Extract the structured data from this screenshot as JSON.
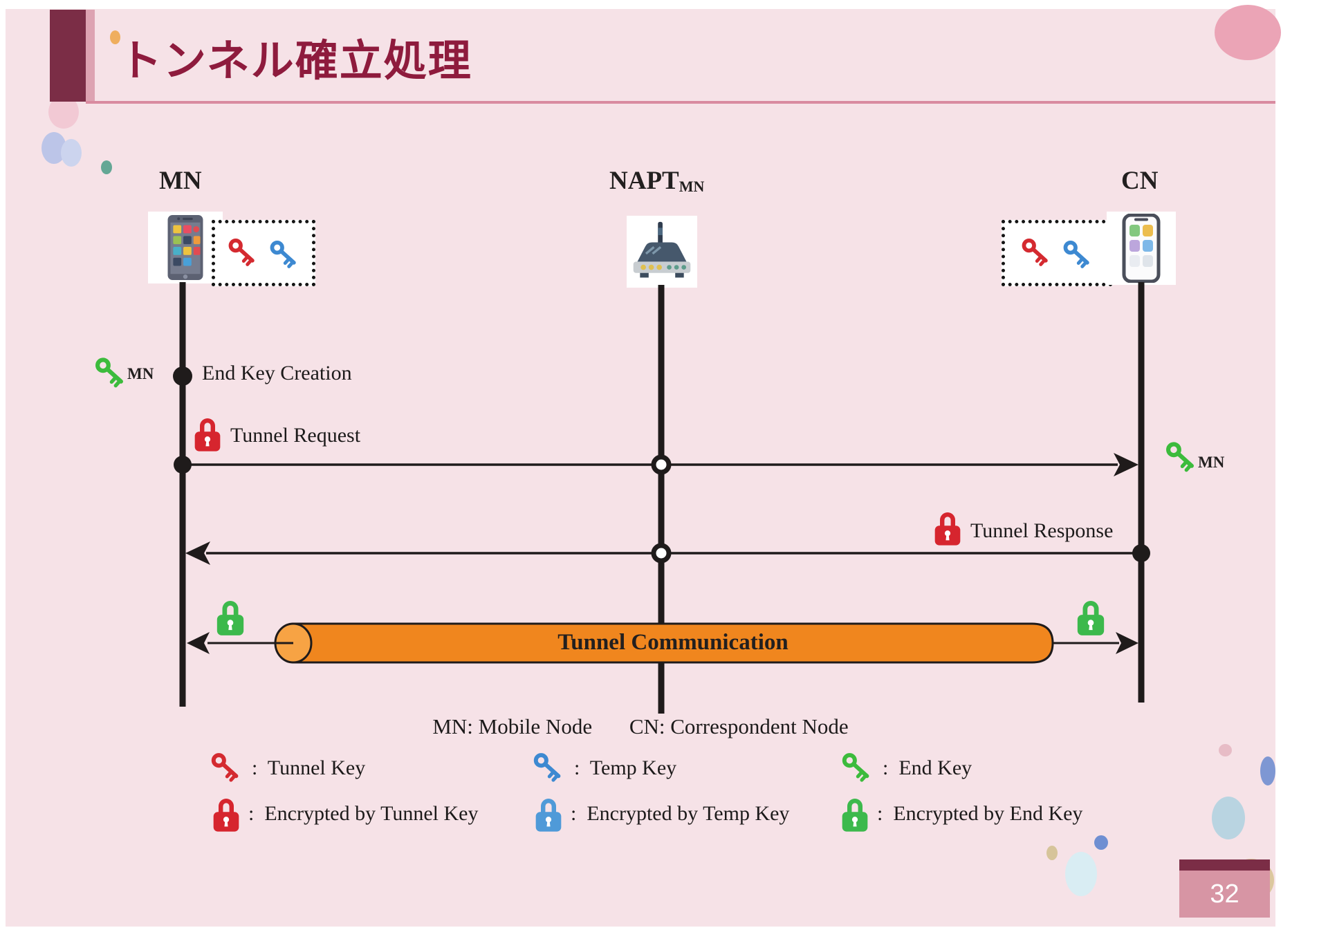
{
  "title": "トンネル確立処理",
  "page_number": "32",
  "colors": {
    "tunnel_key": "#d42a30",
    "temp_key": "#3d89d1",
    "end_key": "#3cbb3c",
    "tunnel_lock": "#d6252e",
    "temp_lock": "#4f9ad8",
    "end_lock": "#3cb94c",
    "tunnel_fill": "#f0861e",
    "tunnel_cap": "#f7a344"
  },
  "nodes": {
    "mn": {
      "label": "MN"
    },
    "napt": {
      "base": "NAPT",
      "sub": "MN"
    },
    "cn": {
      "label": "CN"
    }
  },
  "events": {
    "end_key_creation": {
      "label": "End Key Creation",
      "key_sub": "MN"
    },
    "tunnel_request": {
      "label": "Tunnel Request"
    },
    "tunnel_response": {
      "label": "Tunnel Response"
    },
    "cn_end_key_sub": "MN",
    "tunnel_communication": {
      "label": "Tunnel Communication"
    }
  },
  "legend": {
    "abbr_mn": "MN: Mobile Node",
    "abbr_cn": "CN: Correspondent Node",
    "keys": [
      {
        "name": "tunnel-key",
        "label": ":  Tunnel Key"
      },
      {
        "name": "temp-key",
        "label": ":  Temp Key"
      },
      {
        "name": "end-key",
        "label": ":  End Key"
      }
    ],
    "locks": [
      {
        "name": "tunnel-lock",
        "label": ":  Encrypted by Tunnel Key"
      },
      {
        "name": "temp-lock",
        "label": ":  Encrypted by Temp Key"
      },
      {
        "name": "end-lock",
        "label": ":  Encrypted by End Key"
      }
    ]
  }
}
